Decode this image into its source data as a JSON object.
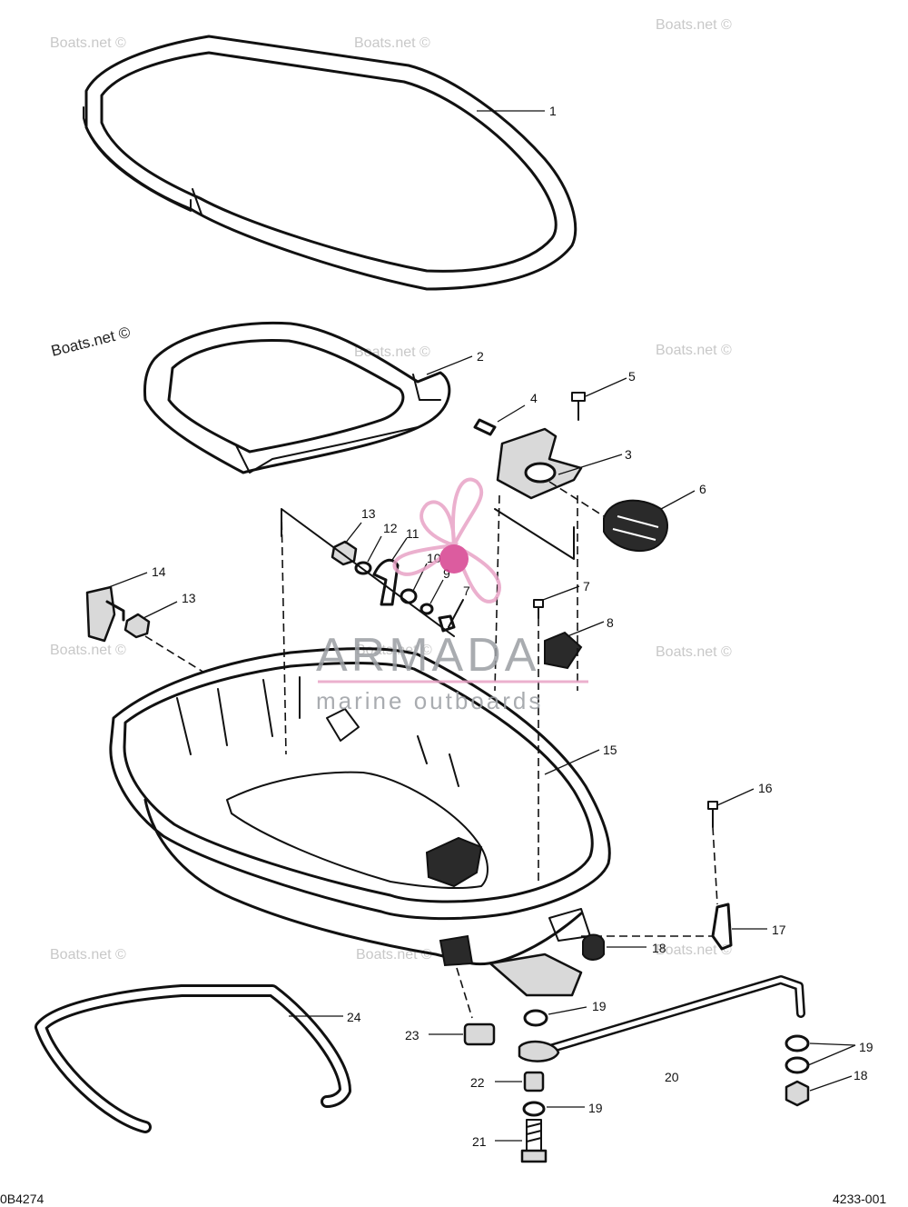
{
  "watermarks": {
    "text": "Boats.net ©",
    "prominent": "Boats.net ©"
  },
  "brand": {
    "name": "ARMADA",
    "tagline": "marine outboards",
    "accent_color": "#e8a3c6",
    "logo_dot_color": "#d6408f",
    "text_color": "#9b9ea3"
  },
  "codes": {
    "left": "0B4274",
    "right": "4233-001"
  },
  "callouts": {
    "c1": "1",
    "c2": "2",
    "c3": "3",
    "c4": "4",
    "c5": "5",
    "c6": "6",
    "c7a": "7",
    "c7b": "7",
    "c8": "8",
    "c9": "9",
    "c10": "10",
    "c11": "11",
    "c12": "12",
    "c13a": "13",
    "c13b": "13",
    "c14": "14",
    "c15": "15",
    "c16": "16",
    "c17": "17",
    "c18a": "18",
    "c18b": "18",
    "c19a": "19",
    "c19b": "19",
    "c19c": "19",
    "c20": "20",
    "c21": "21",
    "c22": "22",
    "c23": "23",
    "c24": "24"
  }
}
